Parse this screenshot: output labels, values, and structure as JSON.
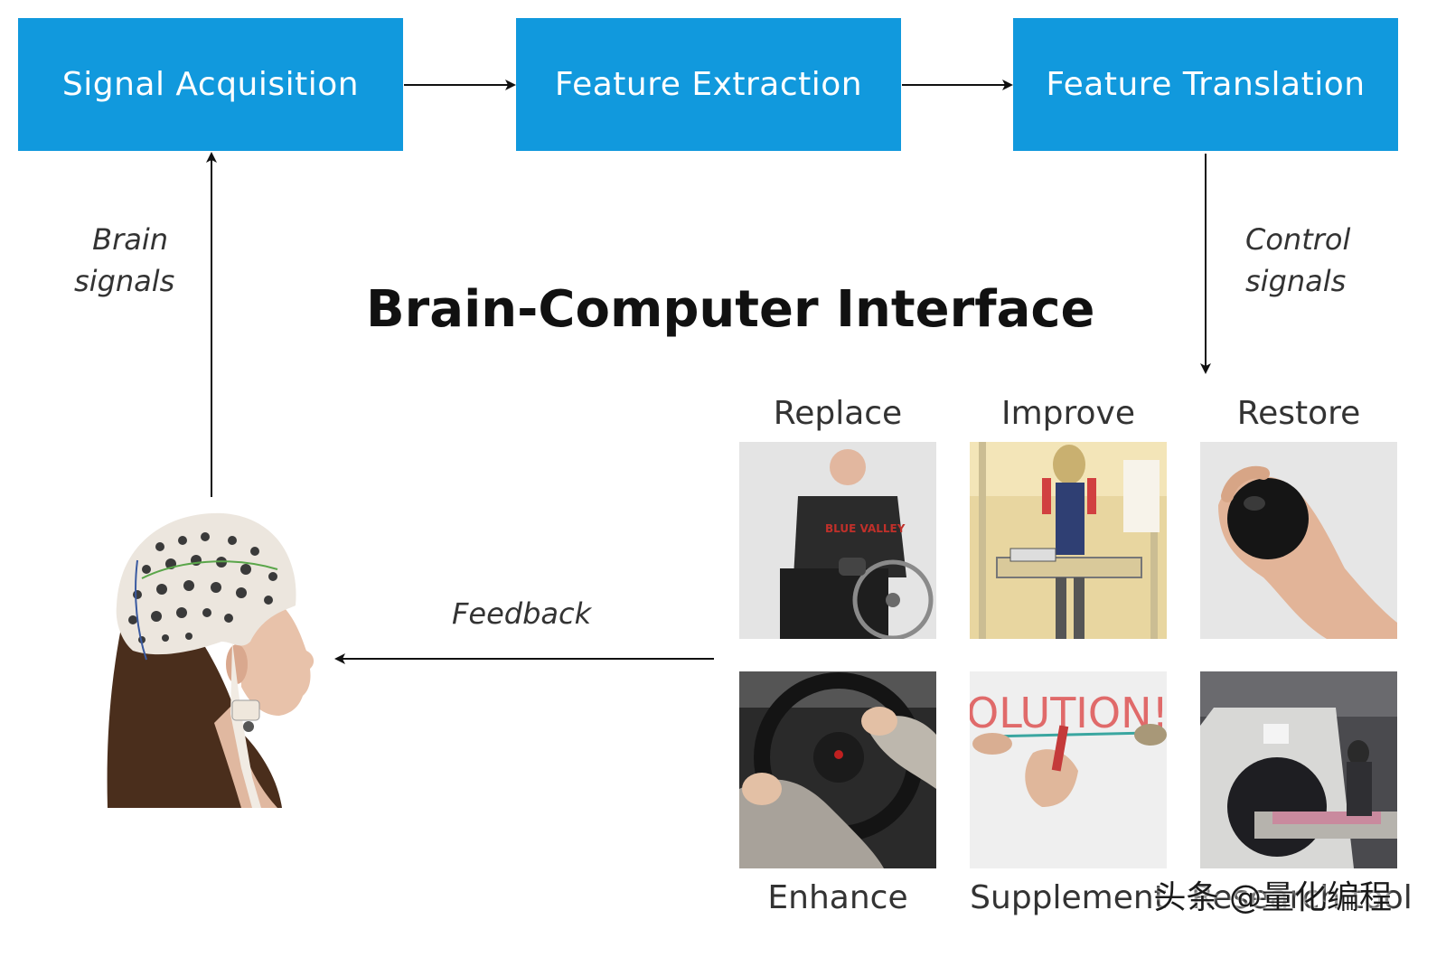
{
  "diagram": {
    "title": "Brain-Computer Interface",
    "box_color": "#1199dd",
    "stages": [
      {
        "label": "Signal Acquisition"
      },
      {
        "label": "Feature Extraction"
      },
      {
        "label": "Feature Translation"
      }
    ],
    "edge_labels": {
      "brain_signals": [
        "Brain",
        "signals"
      ],
      "control_signals": [
        "Control",
        "signals"
      ],
      "feedback": "Feedback"
    },
    "applications_top": [
      "Replace",
      "Improve",
      "Restore"
    ],
    "applications_bottom": [
      "Enhance",
      "Supplement",
      "Research tool"
    ]
  },
  "watermark": "头条 @量化编程"
}
